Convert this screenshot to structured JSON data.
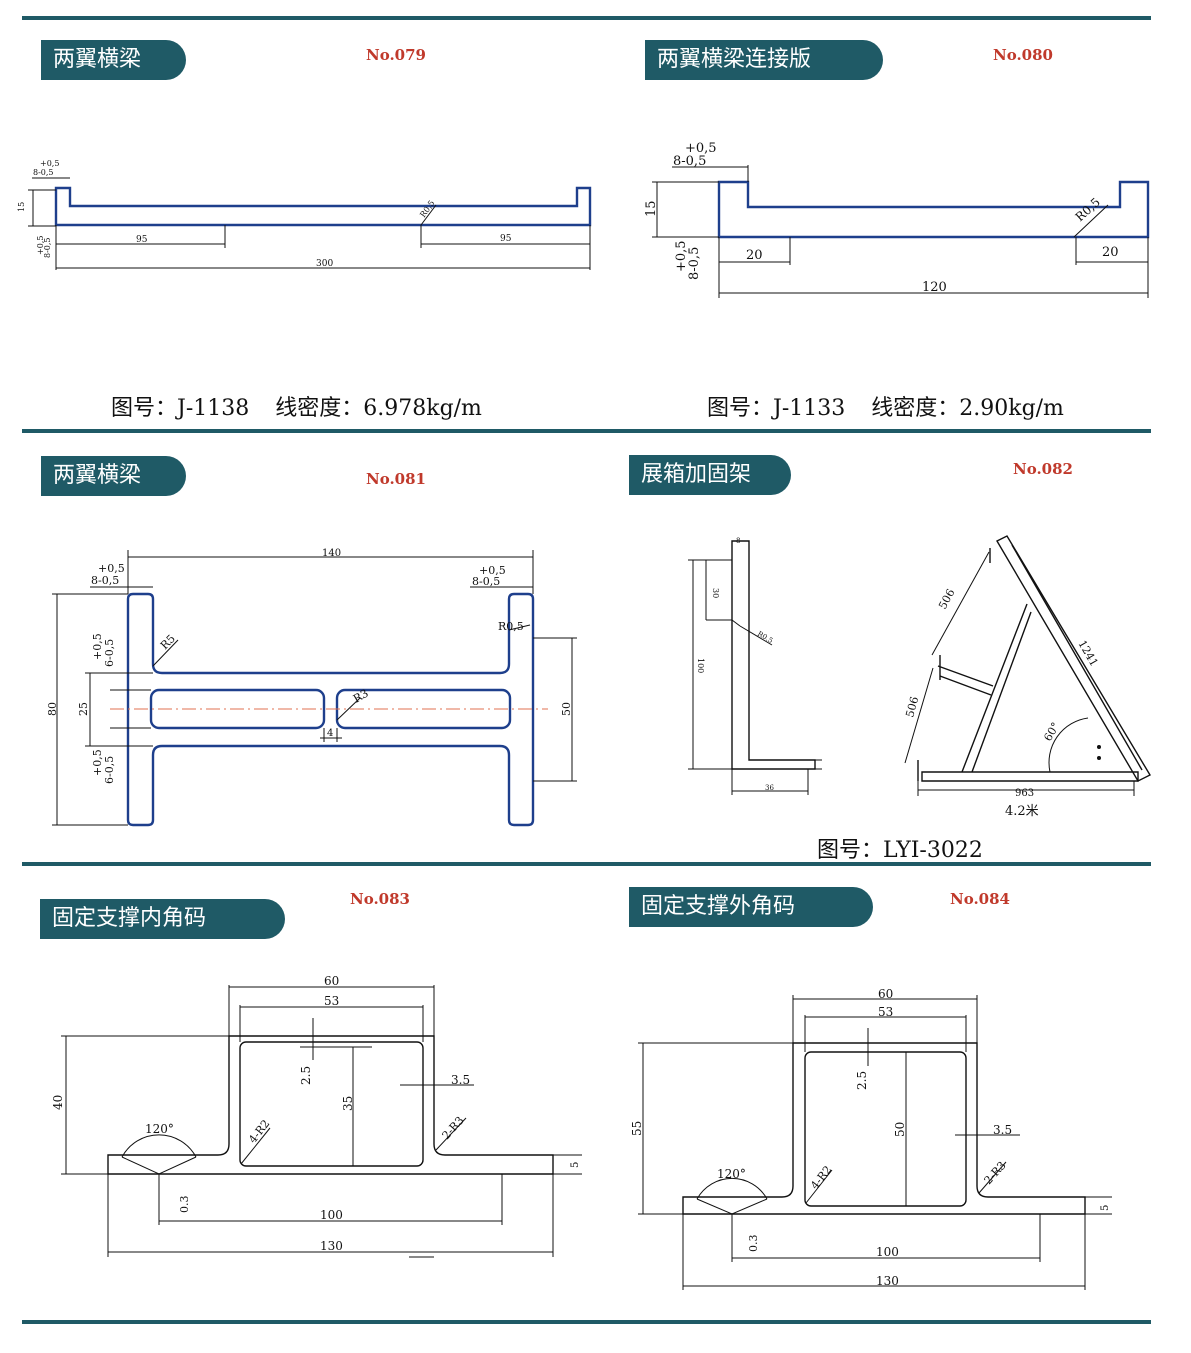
{
  "colors": {
    "rule": "#1f5a66",
    "tab": "#1f5a66",
    "number": "#c0392b",
    "profile": "#1e3f8c"
  },
  "sections": [
    {
      "title": "两翼横梁",
      "number": "No.079",
      "drawing_no": "图号：J-1138",
      "density": "线密度：6.978kg/m",
      "dims": {
        "tol1": "+0,5",
        "tol2": "8-0,5",
        "h": "15",
        "tolb1": "+0,5",
        "tolb2": "8-0,5",
        "left": "95",
        "right": "95",
        "total": "300",
        "r": "R0,5"
      }
    },
    {
      "title": "两翼横梁连接版",
      "number": "No.080",
      "drawing_no": "图号：J-1133",
      "density": "线密度：2.90kg/m",
      "dims": {
        "tol1": "+0,5",
        "tol2": "8-0,5",
        "h": "15",
        "tolb1": "+0,5",
        "tolb2": "8-0,5",
        "left": "20",
        "right": "20",
        "total": "120",
        "r": "R0,5"
      }
    },
    {
      "title": "两翼横梁",
      "number": "No.081",
      "dims": {
        "w": "140",
        "tl1": "+0,5",
        "tl2": "8-0,5",
        "tr1": "+0,5",
        "tr2": "8-0,5",
        "r5": "R5",
        "r05": "R0,5",
        "t61": "+0,5",
        "t62": "6-0,5",
        "h80": "80",
        "h25": "25",
        "r3": "R3",
        "four": "4",
        "h50": "50",
        "t63": "+0,5",
        "t64": "6-0,5"
      }
    },
    {
      "title": "展箱加固架",
      "number": "No.082",
      "drawing_no": "图号：LYI-3022",
      "dims": {
        "eight": "8",
        "thirty": "30",
        "r05": "R0.5",
        "hundred": "100",
        "w36": "36",
        "l506a": "506",
        "l1241": "1241",
        "l506b": "506",
        "ang": "60°",
        "l963": "963",
        "total": "4.2米"
      }
    },
    {
      "title": "固定支撑内角码",
      "number": "No.083",
      "dims": {
        "w60": "60",
        "w53": "53",
        "t25": "2.5",
        "h35": "35",
        "t35": "3.5",
        "h40": "40",
        "a120": "120°",
        "r2": "4-R2",
        "r3": "2-R3",
        "t03": "0.3",
        "w100": "100",
        "w130": "130",
        "t5": "5"
      }
    },
    {
      "title": "固定支撑外角码",
      "number": "No.084",
      "dims": {
        "w60": "60",
        "w53": "53",
        "t25": "2.5",
        "h50": "50",
        "t35": "3.5",
        "h55": "55",
        "a120": "120°",
        "r2": "4-R2",
        "r3": "2-R3",
        "t03": "0.3",
        "w100": "100",
        "w130": "130",
        "t5": "5"
      }
    }
  ]
}
